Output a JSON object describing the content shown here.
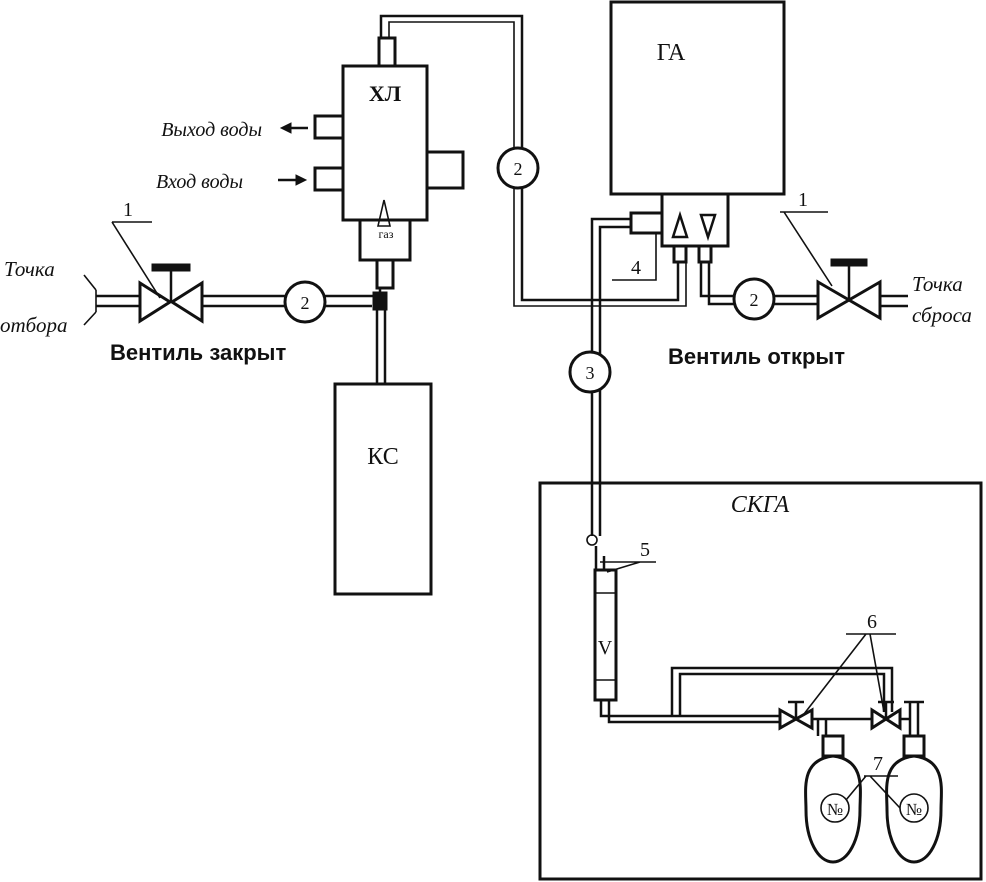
{
  "units": {
    "ga": "ГА",
    "xl": "ХЛ",
    "ks": "КС",
    "skga": "СКГА",
    "gas_label": "газ",
    "flowmeter_label": "V"
  },
  "water": {
    "outlet": "Выход воды",
    "inlet": "Вход воды"
  },
  "points": {
    "sampling_line1": "Точка",
    "sampling_line2": "отбора",
    "discharge_line1": "Точка",
    "discharge_line2": "сброса"
  },
  "valves": {
    "closed": "Вентиль закрыт",
    "open": "Вентиль открыт"
  },
  "callouts": {
    "valve_left": "1",
    "valve_right": "1",
    "line_2a": "2",
    "line_2b": "2",
    "line_2c": "2",
    "line_3": "3",
    "item_4": "4",
    "item_5": "5",
    "item_6": "6",
    "item_7": "7"
  },
  "cylinders": {
    "left_mark": "№",
    "right_mark": "№"
  }
}
